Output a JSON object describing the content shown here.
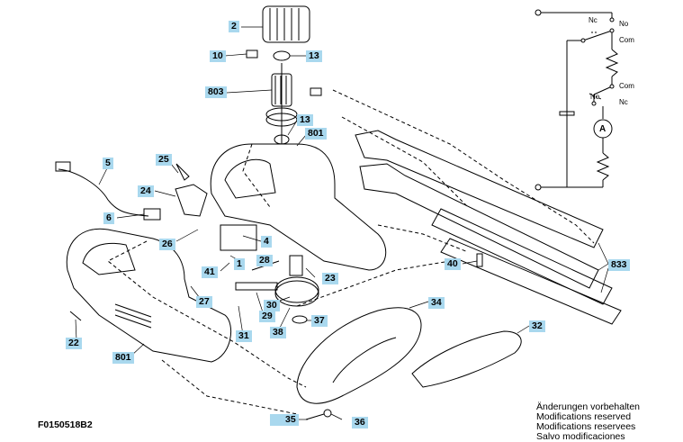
{
  "diagram": {
    "parts": [
      {
        "id": "p2",
        "label": "2"
      },
      {
        "id": "p10",
        "label": "10"
      },
      {
        "id": "p13a",
        "label": "13"
      },
      {
        "id": "p803",
        "label": "803"
      },
      {
        "id": "p13b",
        "label": "13"
      },
      {
        "id": "p801a",
        "label": "801"
      },
      {
        "id": "p5",
        "label": "5"
      },
      {
        "id": "p25",
        "label": "25"
      },
      {
        "id": "p24",
        "label": "24"
      },
      {
        "id": "p6",
        "label": "6"
      },
      {
        "id": "p26",
        "label": "26"
      },
      {
        "id": "p4",
        "label": "4"
      },
      {
        "id": "p1",
        "label": "1"
      },
      {
        "id": "p28",
        "label": "28"
      },
      {
        "id": "p41",
        "label": "41"
      },
      {
        "id": "p23",
        "label": "23"
      },
      {
        "id": "p27",
        "label": "27"
      },
      {
        "id": "p30",
        "label": "30"
      },
      {
        "id": "p29",
        "label": "29"
      },
      {
        "id": "p22",
        "label": "22"
      },
      {
        "id": "p31",
        "label": "31"
      },
      {
        "id": "p38",
        "label": "38"
      },
      {
        "id": "p37",
        "label": "37"
      },
      {
        "id": "p801b",
        "label": "801"
      },
      {
        "id": "p34",
        "label": "34"
      },
      {
        "id": "p32",
        "label": "32"
      },
      {
        "id": "p40",
        "label": "40"
      },
      {
        "id": "p833",
        "label": "833"
      },
      {
        "id": "p35",
        "label": "35"
      },
      {
        "id": "p36",
        "label": "36"
      }
    ],
    "circuit": {
      "nc_top": "Nc",
      "no_top": "No",
      "com_top": "Com",
      "com_mid": "Com",
      "no_bottom": "No",
      "nc_bottom": "Nc",
      "motor": "A"
    },
    "drawing_code": "F0150518B2",
    "notice": [
      "Änderungen vorbehalten",
      "Modifications reserved",
      "Modifications reservees",
      "Salvo modificaciones"
    ],
    "accent_color": "#a9d8ee"
  }
}
